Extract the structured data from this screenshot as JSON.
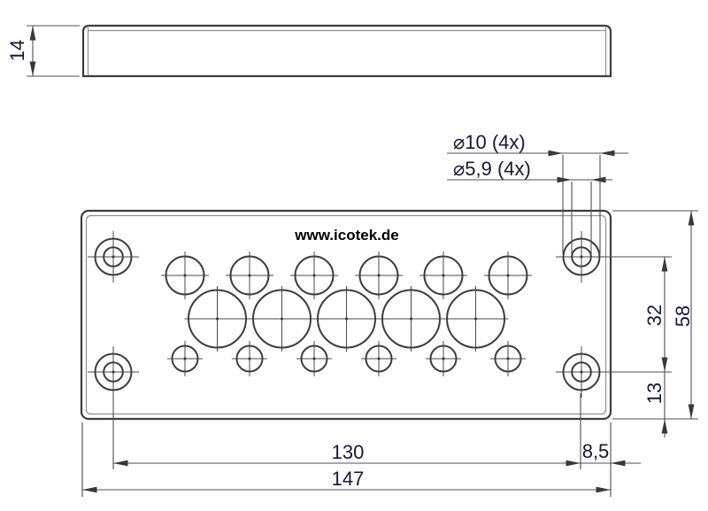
{
  "drawing": {
    "brand_text": "www.icotek.de",
    "colors": {
      "object_line": "#3d3d3d",
      "dimension_line": "#4f4f4f",
      "dimension_text": "#15183c",
      "brand_text_color": "#000000",
      "background": "#ffffff"
    },
    "side_view": {
      "thickness": "14"
    },
    "front_view": {
      "corner_hole_outer_diameter": "⌀10 (4x)",
      "corner_hole_inner_diameter": "⌀5,9 (4x)",
      "vertical_hole_spacing": "32",
      "plate_height": "58",
      "bottom_edge_offset": "13",
      "horizontal_hole_spacing": "130",
      "corner_offset": "8,5",
      "plate_width": "147"
    }
  }
}
